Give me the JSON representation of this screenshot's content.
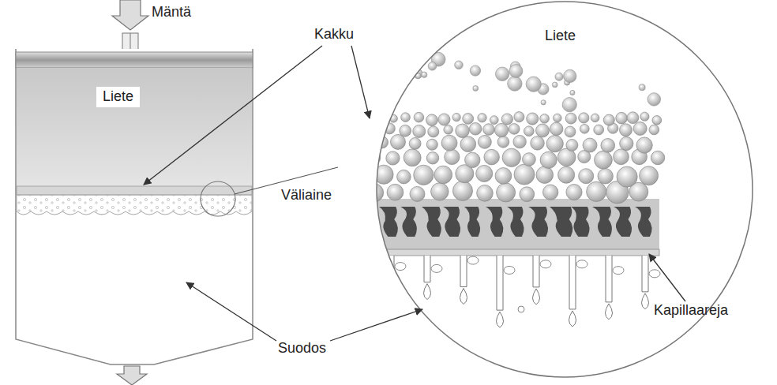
{
  "diagram": {
    "labels": [
      "Mäntä",
      "Kakku",
      "Liete",
      "Liete",
      "Väliaine",
      "Suodos",
      "Kapillaareja"
    ]
  }
}
